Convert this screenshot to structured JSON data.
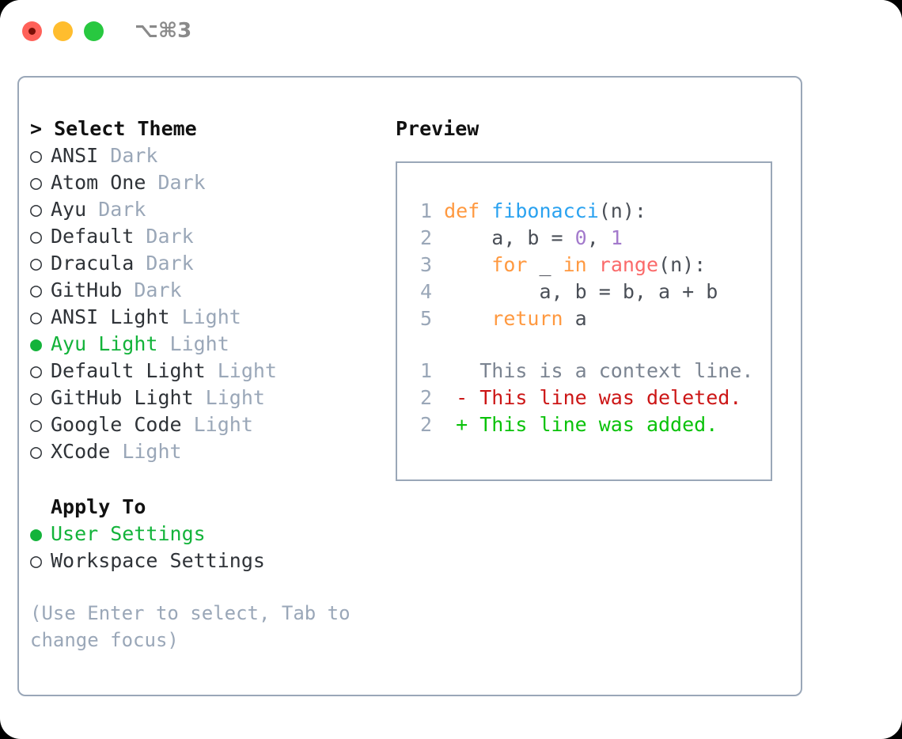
{
  "titlebar": {
    "shortcut": "⌥⌘3",
    "close_label": "close",
    "minimize_label": "minimize",
    "maximize_label": "maximize"
  },
  "theme_section": {
    "heading": "> Select Theme",
    "bullet_on": "●",
    "bullet_off": "○",
    "items": [
      {
        "name": "ANSI",
        "tag": "Dark",
        "selected": false
      },
      {
        "name": "Atom One",
        "tag": "Dark",
        "selected": false
      },
      {
        "name": "Ayu",
        "tag": "Dark",
        "selected": false
      },
      {
        "name": "Default",
        "tag": "Dark",
        "selected": false
      },
      {
        "name": "Dracula",
        "tag": "Dark",
        "selected": false
      },
      {
        "name": "GitHub",
        "tag": "Dark",
        "selected": false
      },
      {
        "name": "ANSI Light",
        "tag": "Light",
        "selected": false
      },
      {
        "name": "Ayu Light",
        "tag": "Light",
        "selected": true
      },
      {
        "name": "Default Light",
        "tag": "Light",
        "selected": false
      },
      {
        "name": "GitHub Light",
        "tag": "Light",
        "selected": false
      },
      {
        "name": "Google Code",
        "tag": "Light",
        "selected": false
      },
      {
        "name": "XCode",
        "tag": "Light",
        "selected": false
      }
    ]
  },
  "apply_section": {
    "heading": "Apply To",
    "items": [
      {
        "name": "User Settings",
        "selected": true
      },
      {
        "name": "Workspace Settings",
        "selected": false
      }
    ]
  },
  "hint": "(Use Enter to select, Tab to change focus)",
  "preview": {
    "title": "Preview",
    "code_lines": [
      {
        "no": "1",
        "tokens": [
          {
            "t": "def ",
            "c": "kw"
          },
          {
            "t": "fibonacci",
            "c": "fn"
          },
          {
            "t": "(n):",
            "c": "pl"
          }
        ]
      },
      {
        "no": "2",
        "tokens": [
          {
            "t": "    a, b = ",
            "c": "pl"
          },
          {
            "t": "0",
            "c": "num"
          },
          {
            "t": ", ",
            "c": "pl"
          },
          {
            "t": "1",
            "c": "num"
          }
        ]
      },
      {
        "no": "3",
        "tokens": [
          {
            "t": "    ",
            "c": "pl"
          },
          {
            "t": "for",
            "c": "kw"
          },
          {
            "t": " _ ",
            "c": "pl"
          },
          {
            "t": "in",
            "c": "kw"
          },
          {
            "t": " ",
            "c": "pl"
          },
          {
            "t": "range",
            "c": "bi"
          },
          {
            "t": "(n):",
            "c": "pl"
          }
        ]
      },
      {
        "no": "4",
        "tokens": [
          {
            "t": "        a, b = b, a + b",
            "c": "pl"
          }
        ]
      },
      {
        "no": "5",
        "tokens": [
          {
            "t": "    ",
            "c": "pl"
          },
          {
            "t": "return",
            "c": "kw"
          },
          {
            "t": " a",
            "c": "pl"
          }
        ]
      }
    ],
    "diff_lines": [
      {
        "no": "1",
        "marker": " ",
        "text": " This is a context line.",
        "kind": "ctx"
      },
      {
        "no": "2",
        "marker": "-",
        "text": " This line was deleted.",
        "kind": "del"
      },
      {
        "no": "2",
        "marker": "+",
        "text": " This line was added.",
        "kind": "add"
      }
    ]
  },
  "colors": {
    "accent_green": "#13b33a",
    "muted": "#9aa7b8",
    "border": "#9aa7b8",
    "keyword": "#ff9940",
    "function": "#2aa2f0",
    "number": "#a37acc",
    "builtin": "#fa6a6a",
    "diff_delete": "#cc1616",
    "diff_add": "#0ac20a"
  }
}
